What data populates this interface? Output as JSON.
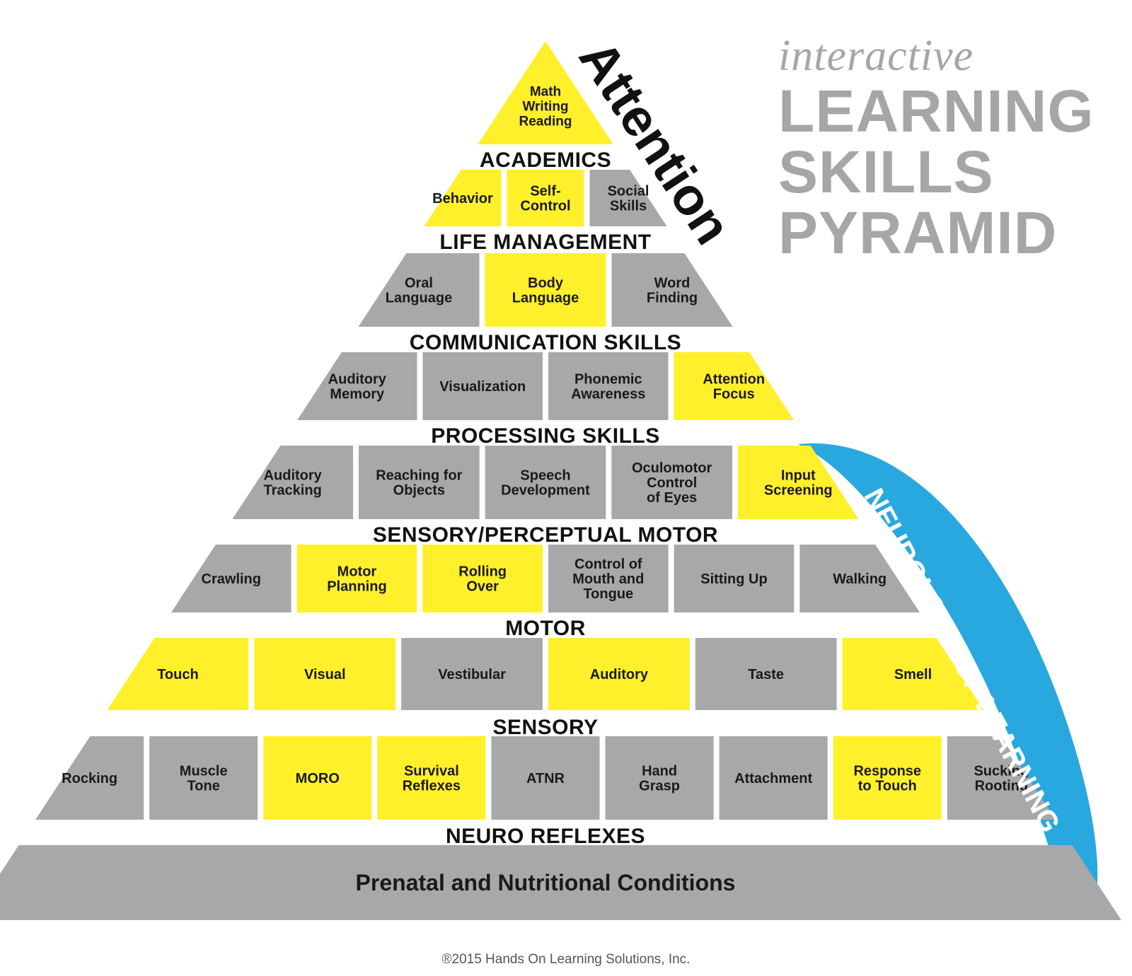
{
  "colors": {
    "yellow": "#fff02b",
    "gray": "#a7a8aa",
    "blue": "#29a8e0",
    "text": "#1a1a1a",
    "title_gray": "#a6a6a6"
  },
  "title": {
    "interactive": "interactive",
    "line1": "LEARNING",
    "line2": "SKILLS",
    "line3": "PYRAMID"
  },
  "attention_label": "Attention",
  "neurology_label": "NEUROLOGY OF LEARNING",
  "copyright": "®2015 Hands On Learning Solutions, Inc.",
  "levels": [
    {
      "label": "ACADEMICS",
      "cells": [
        {
          "text": "Math\nWriting\nReading",
          "color": "yellow"
        }
      ]
    },
    {
      "label": "LIFE MANAGEMENT",
      "cells": [
        {
          "text": "Behavior",
          "color": "yellow"
        },
        {
          "text": "Self-\nControl",
          "color": "yellow"
        },
        {
          "text": "Social\nSkills",
          "color": "gray"
        }
      ]
    },
    {
      "label": "COMMUNICATION SKILLS",
      "cells": [
        {
          "text": "Oral\nLanguage",
          "color": "gray"
        },
        {
          "text": "Body\nLanguage",
          "color": "yellow"
        },
        {
          "text": "Word\nFinding",
          "color": "gray"
        }
      ]
    },
    {
      "label": "PROCESSING SKILLS",
      "cells": [
        {
          "text": "Auditory\nMemory",
          "color": "gray"
        },
        {
          "text": "Visualization",
          "color": "gray"
        },
        {
          "text": "Phonemic\nAwareness",
          "color": "gray"
        },
        {
          "text": "Attention\nFocus",
          "color": "yellow"
        }
      ]
    },
    {
      "label": "SENSORY/PERCEPTUAL MOTOR",
      "cells": [
        {
          "text": "Auditory\nTracking",
          "color": "gray"
        },
        {
          "text": "Reaching for\nObjects",
          "color": "gray"
        },
        {
          "text": "Speech\nDevelopment",
          "color": "gray"
        },
        {
          "text": "Oculomotor\nControl\nof Eyes",
          "color": "gray"
        },
        {
          "text": "Input\nScreening",
          "color": "yellow"
        }
      ]
    },
    {
      "label": "MOTOR",
      "cells": [
        {
          "text": "Crawling",
          "color": "gray"
        },
        {
          "text": "Motor\nPlanning",
          "color": "yellow"
        },
        {
          "text": "Rolling\nOver",
          "color": "yellow"
        },
        {
          "text": "Control of\nMouth and\nTongue",
          "color": "gray"
        },
        {
          "text": "Sitting Up",
          "color": "gray"
        },
        {
          "text": "Walking",
          "color": "gray"
        }
      ]
    },
    {
      "label": "SENSORY",
      "cells": [
        {
          "text": "Touch",
          "color": "yellow"
        },
        {
          "text": "Visual",
          "color": "yellow"
        },
        {
          "text": "Vestibular",
          "color": "gray"
        },
        {
          "text": "Auditory",
          "color": "yellow"
        },
        {
          "text": "Taste",
          "color": "gray"
        },
        {
          "text": "Smell",
          "color": "yellow"
        }
      ]
    },
    {
      "label": "NEURO REFLEXES",
      "cells": [
        {
          "text": "Rocking",
          "color": "gray"
        },
        {
          "text": "Muscle\nTone",
          "color": "gray"
        },
        {
          "text": "MORO",
          "color": "yellow"
        },
        {
          "text": "Survival\nReflexes",
          "color": "yellow"
        },
        {
          "text": "ATNR",
          "color": "gray"
        },
        {
          "text": "Hand\nGrasp",
          "color": "gray"
        },
        {
          "text": "Attachment",
          "color": "gray"
        },
        {
          "text": "Response\nto Touch",
          "color": "yellow"
        },
        {
          "text": "Sucking\nRooting",
          "color": "gray"
        }
      ]
    },
    {
      "label": "",
      "cells": [
        {
          "text": "Prenatal and Nutritional Conditions",
          "color": "gray"
        }
      ]
    }
  ]
}
